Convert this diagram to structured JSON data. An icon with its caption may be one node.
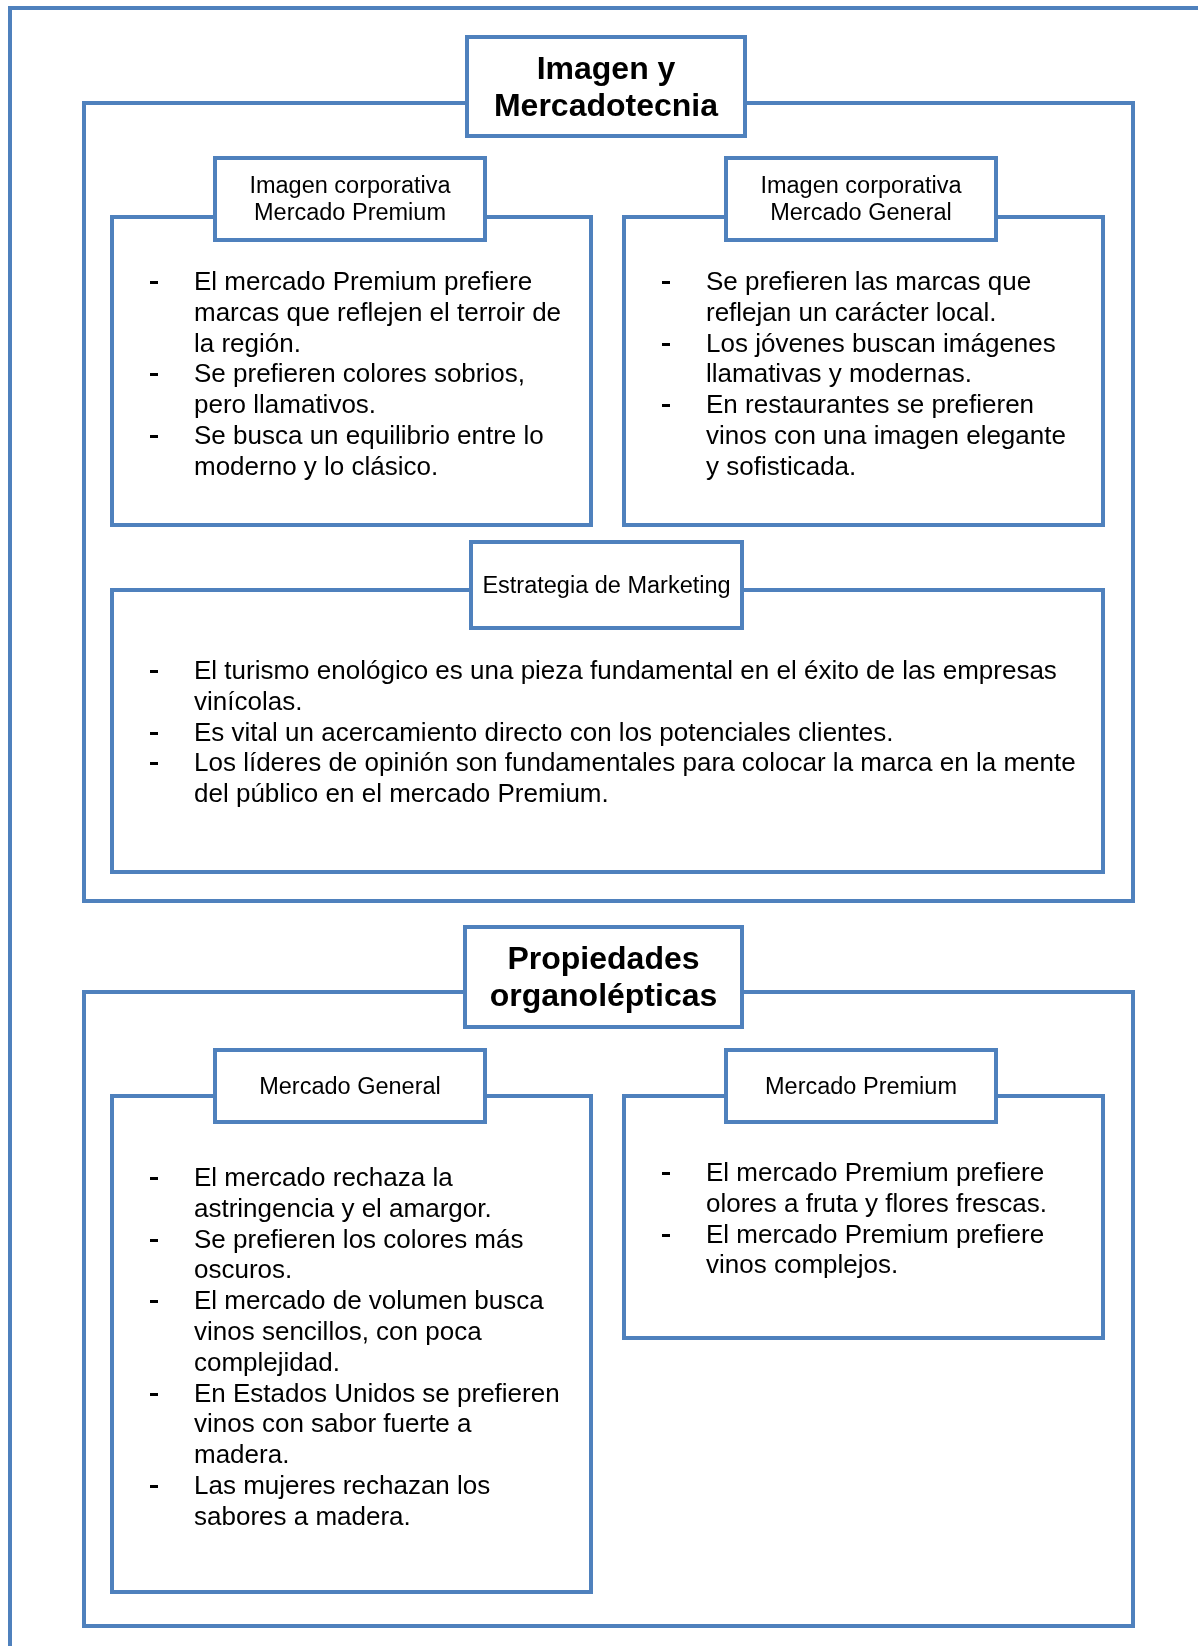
{
  "diagram": {
    "nodes": [
      {
        "text": [
          "Imagen y Mercadotecnia"
        ]
      },
      {
        "text": [
          "Imagen corporativa Mercado Premium",
          "El mercado Premium prefiere marcas que reflejen el terroir de la región.",
          "Se prefieren colores sobrios, pero llamativos.",
          "Se busca un equilibrio entre lo moderno y lo clásico."
        ],
        "in": 0
      },
      {
        "text": [
          "Imagen corporativa Mercado General",
          "Se prefieren las marcas que reflejan un carácter local.",
          "Los jóvenes buscan imágenes llamativas y modernas.",
          "En restaurantes se prefieren vinos con una imagen elegante y sofisticada."
        ],
        "in": 0
      },
      {
        "text": [
          "Estrategia de Marketing",
          "El turismo enológico es una pieza fundamental en el éxito de las empresas vinícolas.",
          "Es vital un acercamiento directo con los potenciales clientes.",
          "Los líderes de opinión son fundamentales para colocar la marca en la mente del público en el mercado Premium."
        ],
        "in": 0
      },
      {
        "text": [
          "Propiedades organolépticas"
        ]
      },
      {
        "text": [
          "Mercado General",
          "El mercado rechaza la astringencia y el amargor.",
          "Se prefieren los colores más oscuros.",
          "El mercado de volumen busca vinos sencillos, con poca complejidad.",
          "En Estados Unidos se prefieren vinos con sabor fuerte a madera.",
          "Las mujeres rechazan los sabores a madera."
        ],
        "in": 4
      },
      {
        "text": [
          "Mercado Premium",
          "El mercado Premium prefiere olores a fruta y flores frescas.",
          "El mercado Premium prefiere vinos complejos."
        ],
        "in": 4
      }
    ]
  }
}
